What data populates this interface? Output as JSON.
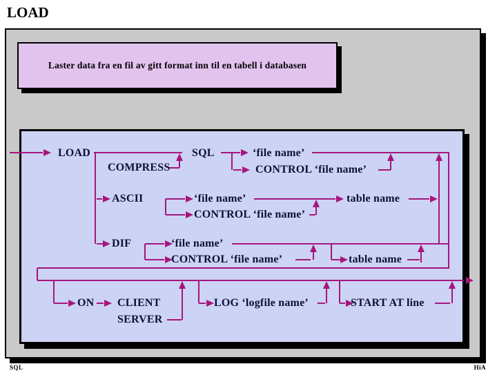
{
  "page": {
    "title": "LOAD",
    "footer_left": "SQL",
    "footer_right": "HiA"
  },
  "description_box": {
    "text": "Laster data fra en fil av gitt format inn til en tabell i databasen"
  },
  "diagram": {
    "labels": {
      "load": "LOAD",
      "compress": "COMPRESS",
      "sql": "SQL",
      "r1_file": "‘file name’",
      "r1_control": "CONTROL ‘file name’",
      "ascii": "ASCII",
      "r2_file": "‘file name’",
      "r2_control": "CONTROL ‘file name’",
      "r2_table": "table name",
      "dif": "DIF",
      "r3_file": "‘file name’",
      "r3_control": "CONTROL ‘file name’",
      "r3_table": "table name",
      "on": "ON",
      "client": "CLIENT",
      "server": "SERVER",
      "log": "LOG ‘logfile name’",
      "start": "START AT line"
    }
  },
  "colors": {
    "line": "#a6157c",
    "diagram_text": "#0f0f38",
    "slide_background": "#c9c9c9",
    "description_box_background": "#e2c3ee",
    "diagram_box_background": "#ccd3f4"
  }
}
